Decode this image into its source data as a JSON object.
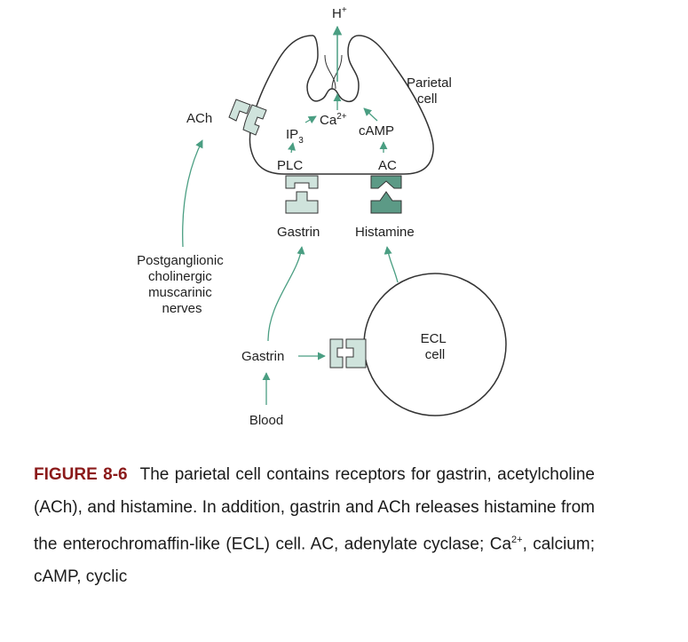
{
  "labels": {
    "h_plus": "H",
    "h_plus_sup": "+",
    "parietal_cell": [
      "Parietal",
      "cell"
    ],
    "ach": "ACh",
    "ca": "Ca",
    "ca_sup": "2+",
    "ip3": "IP",
    "ip3_sub": "3",
    "camp": "cAMP",
    "plc": "PLC",
    "ac": "AC",
    "gastrin_receptor": "Gastrin",
    "histamine": "Histamine",
    "nerves": [
      "Postganglionic",
      "cholinergic",
      "muscarinic",
      "nerves"
    ],
    "ecl_cell": [
      "ECL",
      "cell"
    ],
    "gastrin_blood": "Gastrin",
    "blood": "Blood"
  },
  "caption": {
    "figure_label": "FIGURE 8-6",
    "text_1": "The parietal cell contains receptors for gastrin, acetylcholine (ACh), and histamine. In addition, gastrin and ACh releases histamine from the enterochromaffin-like (ECL) cell. AC, adenylate cyclase; Ca",
    "text_sup": "2+",
    "text_2": ", calcium; cAMP, cyclic"
  },
  "colors": {
    "arrow": "#4a9e82",
    "outline": "#333333",
    "receptor_light": "#cfe3dc",
    "receptor_dark": "#5c9a86",
    "figure_label": "#8b1a1a"
  }
}
